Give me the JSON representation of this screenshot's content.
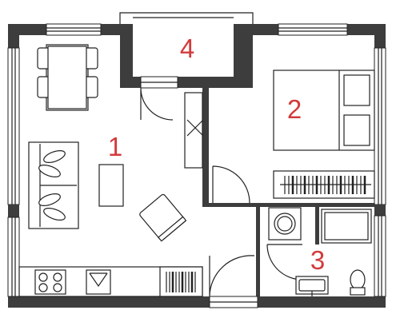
{
  "plan": {
    "rooms": [
      {
        "id": "living-kitchen",
        "label": "1"
      },
      {
        "id": "bedroom",
        "label": "2"
      },
      {
        "id": "bathroom",
        "label": "3"
      },
      {
        "id": "balcony",
        "label": "4"
      }
    ],
    "colors": {
      "wall": "#3d3d3d",
      "label": "#d23b3b",
      "line": "#222222",
      "background": "#ffffff"
    }
  }
}
